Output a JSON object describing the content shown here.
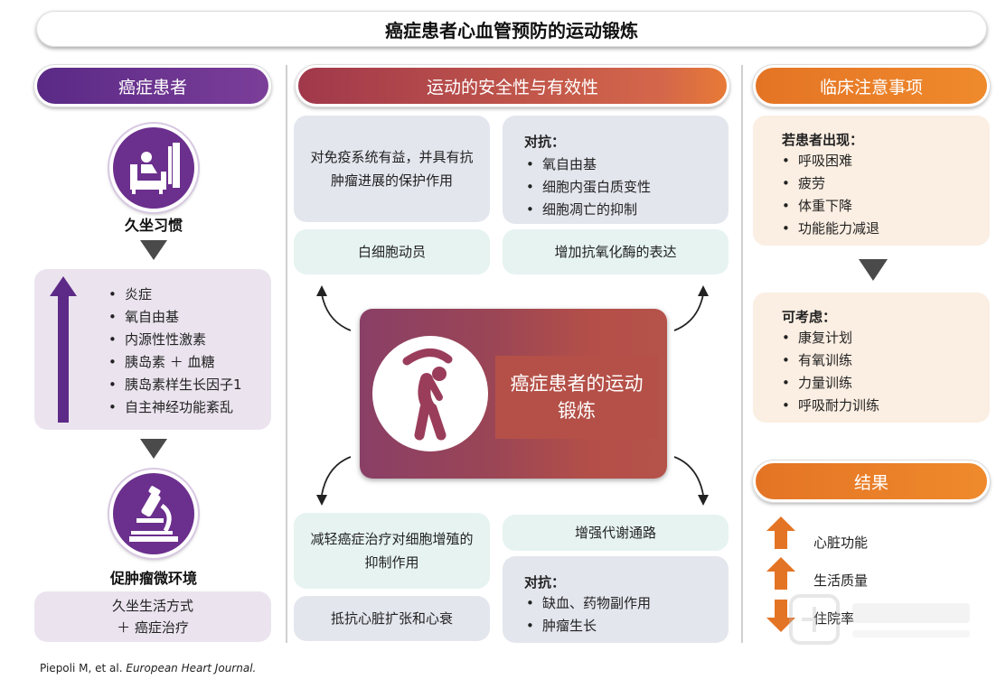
{
  "title": "癌症患者心血管预防的运动锻炼",
  "left": {
    "header": "癌症患者",
    "sedentary_label": "久坐习惯",
    "factors": [
      "炎症",
      "氧自由基",
      "内源性性激素",
      "胰岛素 ＋ 血糖",
      "胰岛素样生长因子1",
      "自主神经功能紊乱"
    ],
    "microenv_label": "促肿瘤微环境",
    "bottom_box": [
      "久坐生活方式",
      "＋ 癌症治疗"
    ]
  },
  "middle": {
    "header": "运动的安全性与有效性",
    "immune_box": "对免疫系统有益，并具有抗肿瘤进展的保护作用",
    "counter_top_title": "对抗：",
    "counter_top_items": [
      "氧自由基",
      "细胞内蛋白质变性",
      "细胞凋亡的抑制"
    ],
    "wbc_box": "白细胞动员",
    "antioxidant_box": "增加抗氧化酶的表达",
    "center_label": "癌症患者的运动锻炼",
    "reduce_box": "减轻癌症治疗对细胞增殖的抑制作用",
    "metabolic_box": "增强代谢通路",
    "cardiac_box": "抵抗心脏扩张和心衰",
    "counter_bottom_title": "对抗：",
    "counter_bottom_items": [
      "缺血、药物副作用",
      "肿瘤生长"
    ]
  },
  "right": {
    "header": "临床注意事项",
    "if_title": "若患者出现：",
    "if_items": [
      "呼吸困难",
      "疲劳",
      "体重下降",
      "功能能力减退"
    ],
    "consider_title": "可考虑：",
    "consider_items": [
      "康复计划",
      "有氧训练",
      "力量训练",
      "呼吸耐力训练"
    ],
    "results_header": "结果",
    "results": [
      {
        "label": "心脏功能",
        "direction": "up"
      },
      {
        "label": "生活质量",
        "direction": "up"
      },
      {
        "label": "住院率",
        "direction": "down"
      }
    ]
  },
  "citation_authors": "Piepoli M, et al.",
  "citation_journal": "European Heart Journal.",
  "colors": {
    "purple": "#6b2f8d",
    "red": "#a0384b",
    "orange": "#e47425"
  }
}
